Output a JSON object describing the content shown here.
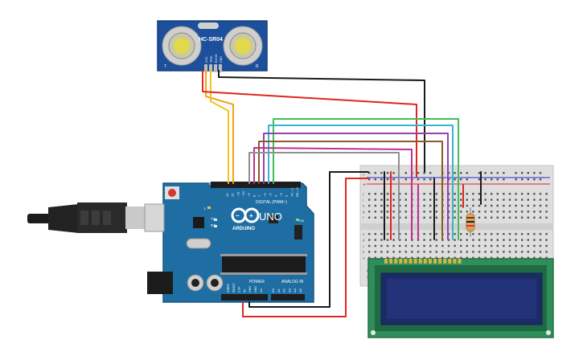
{
  "sensor": {
    "model": "HC-SR04",
    "left_letter": "T",
    "right_letter": "R",
    "pins": [
      "VCC",
      "TRIG",
      "ECHO",
      "GND"
    ]
  },
  "arduino": {
    "brand": "ARDUINO",
    "model": "UNO",
    "digital_header": "DIGITAL (PWM~)",
    "power_header": "POWER",
    "analog_header": "ANALOG IN",
    "aref": "AREF",
    "gnd": "GND",
    "tx": "TX",
    "rx": "RX",
    "on": "ON",
    "l": "L",
    "digital_pins": [
      "13",
      "12",
      "~11",
      "~10",
      "~9",
      "8",
      "7",
      "~6",
      "~5",
      "4",
      "~3",
      "2",
      "TX→1",
      "RX←0"
    ],
    "power_pins": [
      "IOREF",
      "RESET",
      "3.3V",
      "5V",
      "GND",
      "GND",
      "Vin"
    ],
    "analog_pins": [
      "A0",
      "A1",
      "A2",
      "A3",
      "A4",
      "A5"
    ]
  },
  "breadboard": {
    "row_letters": [
      "j",
      "i",
      "h",
      "g",
      "f",
      "e",
      "d",
      "c",
      "b",
      "a"
    ],
    "plus": "+",
    "minus": "-"
  },
  "colors": {
    "board_blue": "#1f6ea3",
    "sensor_blue": "#1c4f9c",
    "lcd_green": "#2f8f5b",
    "lcd_screen": "#1c2b66",
    "wire_red": "#e0261e",
    "wire_black": "#1a1a1a",
    "wire_orange": "#f2a215",
    "wire_gray": "#909090",
    "wire_purple": "#9a3fb1",
    "wire_magenta": "#c0308e",
    "wire_brown": "#8a5a2e",
    "wire_teal": "#36b7c8",
    "wire_green": "#3fbf5a"
  }
}
